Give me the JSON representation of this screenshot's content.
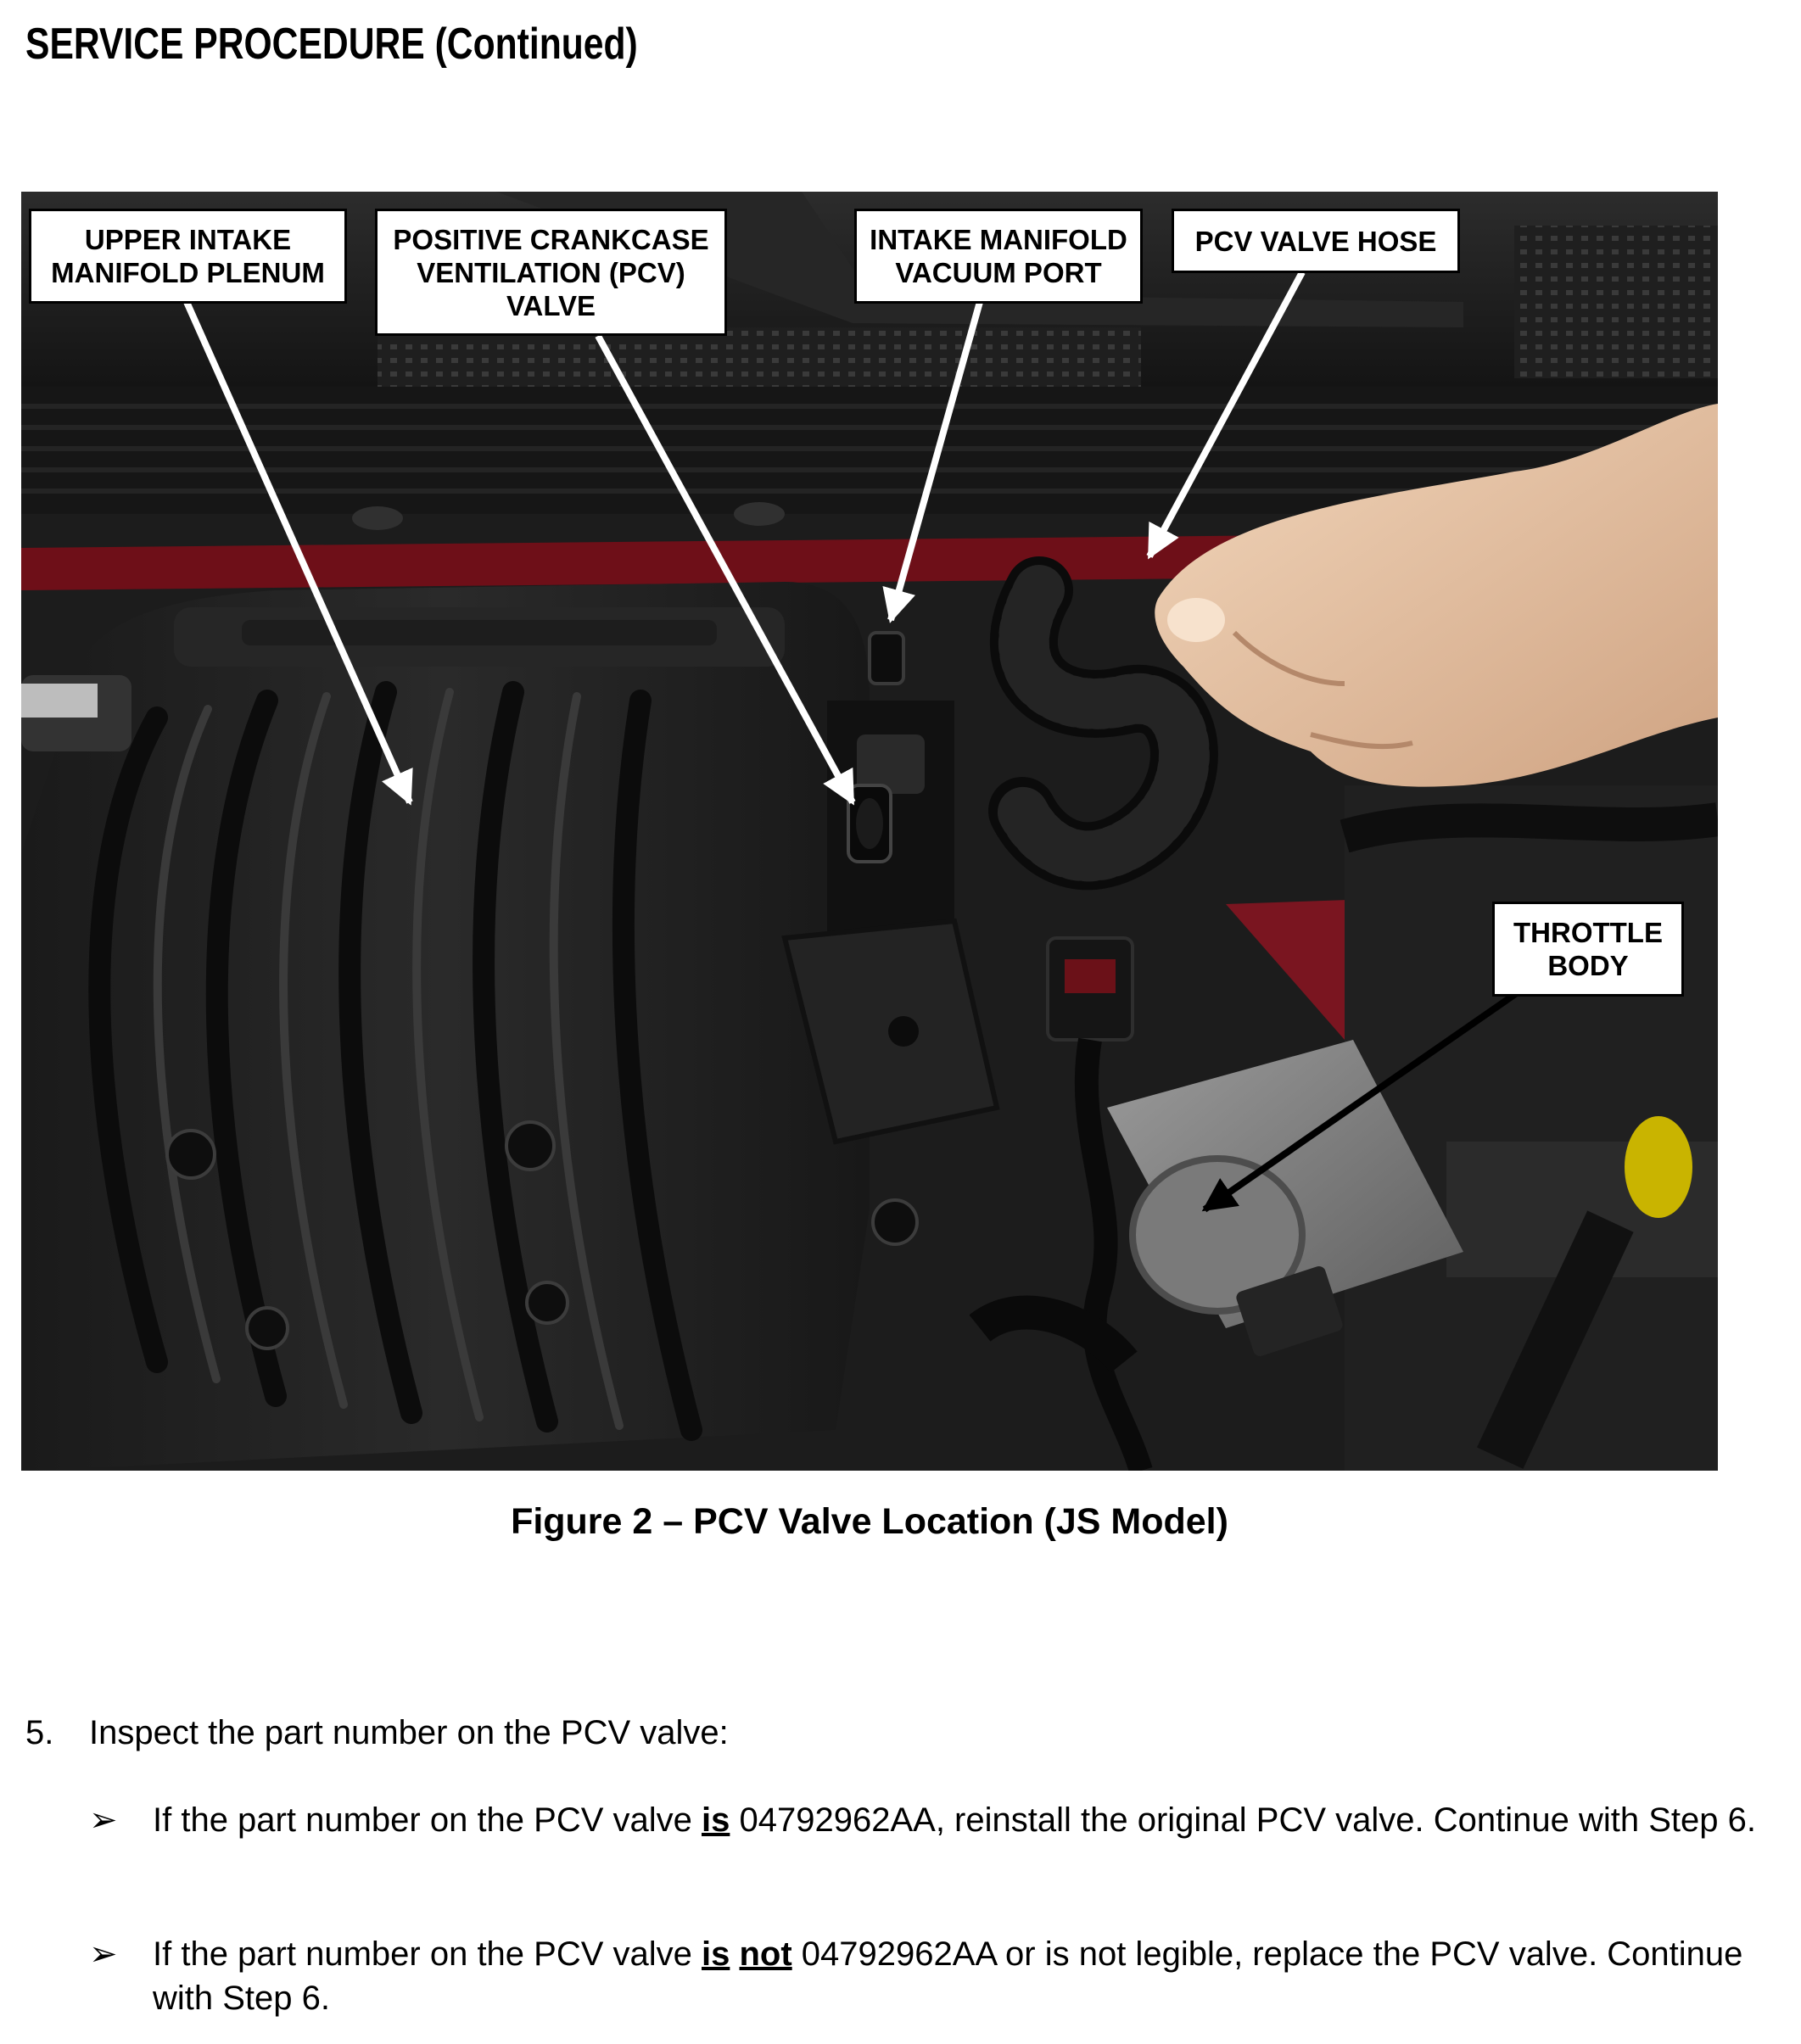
{
  "header": {
    "title": "SERVICE PROCEDURE (Continued)"
  },
  "figure": {
    "callouts": {
      "upper_intake": "UPPER INTAKE\nMANIFOLD PLENUM",
      "pcv_valve": "POSITIVE CRANKCASE\nVENTILATION (PCV)\nVALVE",
      "vacuum_port": "INTAKE MANIFOLD\nVACUUM PORT",
      "pcv_hose": "PCV VALVE HOSE",
      "throttle_body": "THROTTLE\nBODY"
    },
    "caption": "Figure 2 – PCV Valve Location (JS Model)"
  },
  "step5": {
    "number": "5.",
    "text": "Inspect the part number on the PCV valve:",
    "bullet_glyph": "➢",
    "bullet1": {
      "before": "If the part number on the PCV valve ",
      "emph": "is",
      "after": " 04792962AA, reinstall the original PCV valve.  Continue with Step 6."
    },
    "bullet2": {
      "before": "If the part number on the PCV valve ",
      "emph1": "is",
      "space": " ",
      "emph2": "not",
      "after": " 04792962AA or is not legible, replace the PCV valve.  Continue with Step 6."
    }
  },
  "colors": {
    "accent_red": "#8a1420",
    "hand": "#e8c6a6",
    "callout_bg": "#ffffff"
  }
}
